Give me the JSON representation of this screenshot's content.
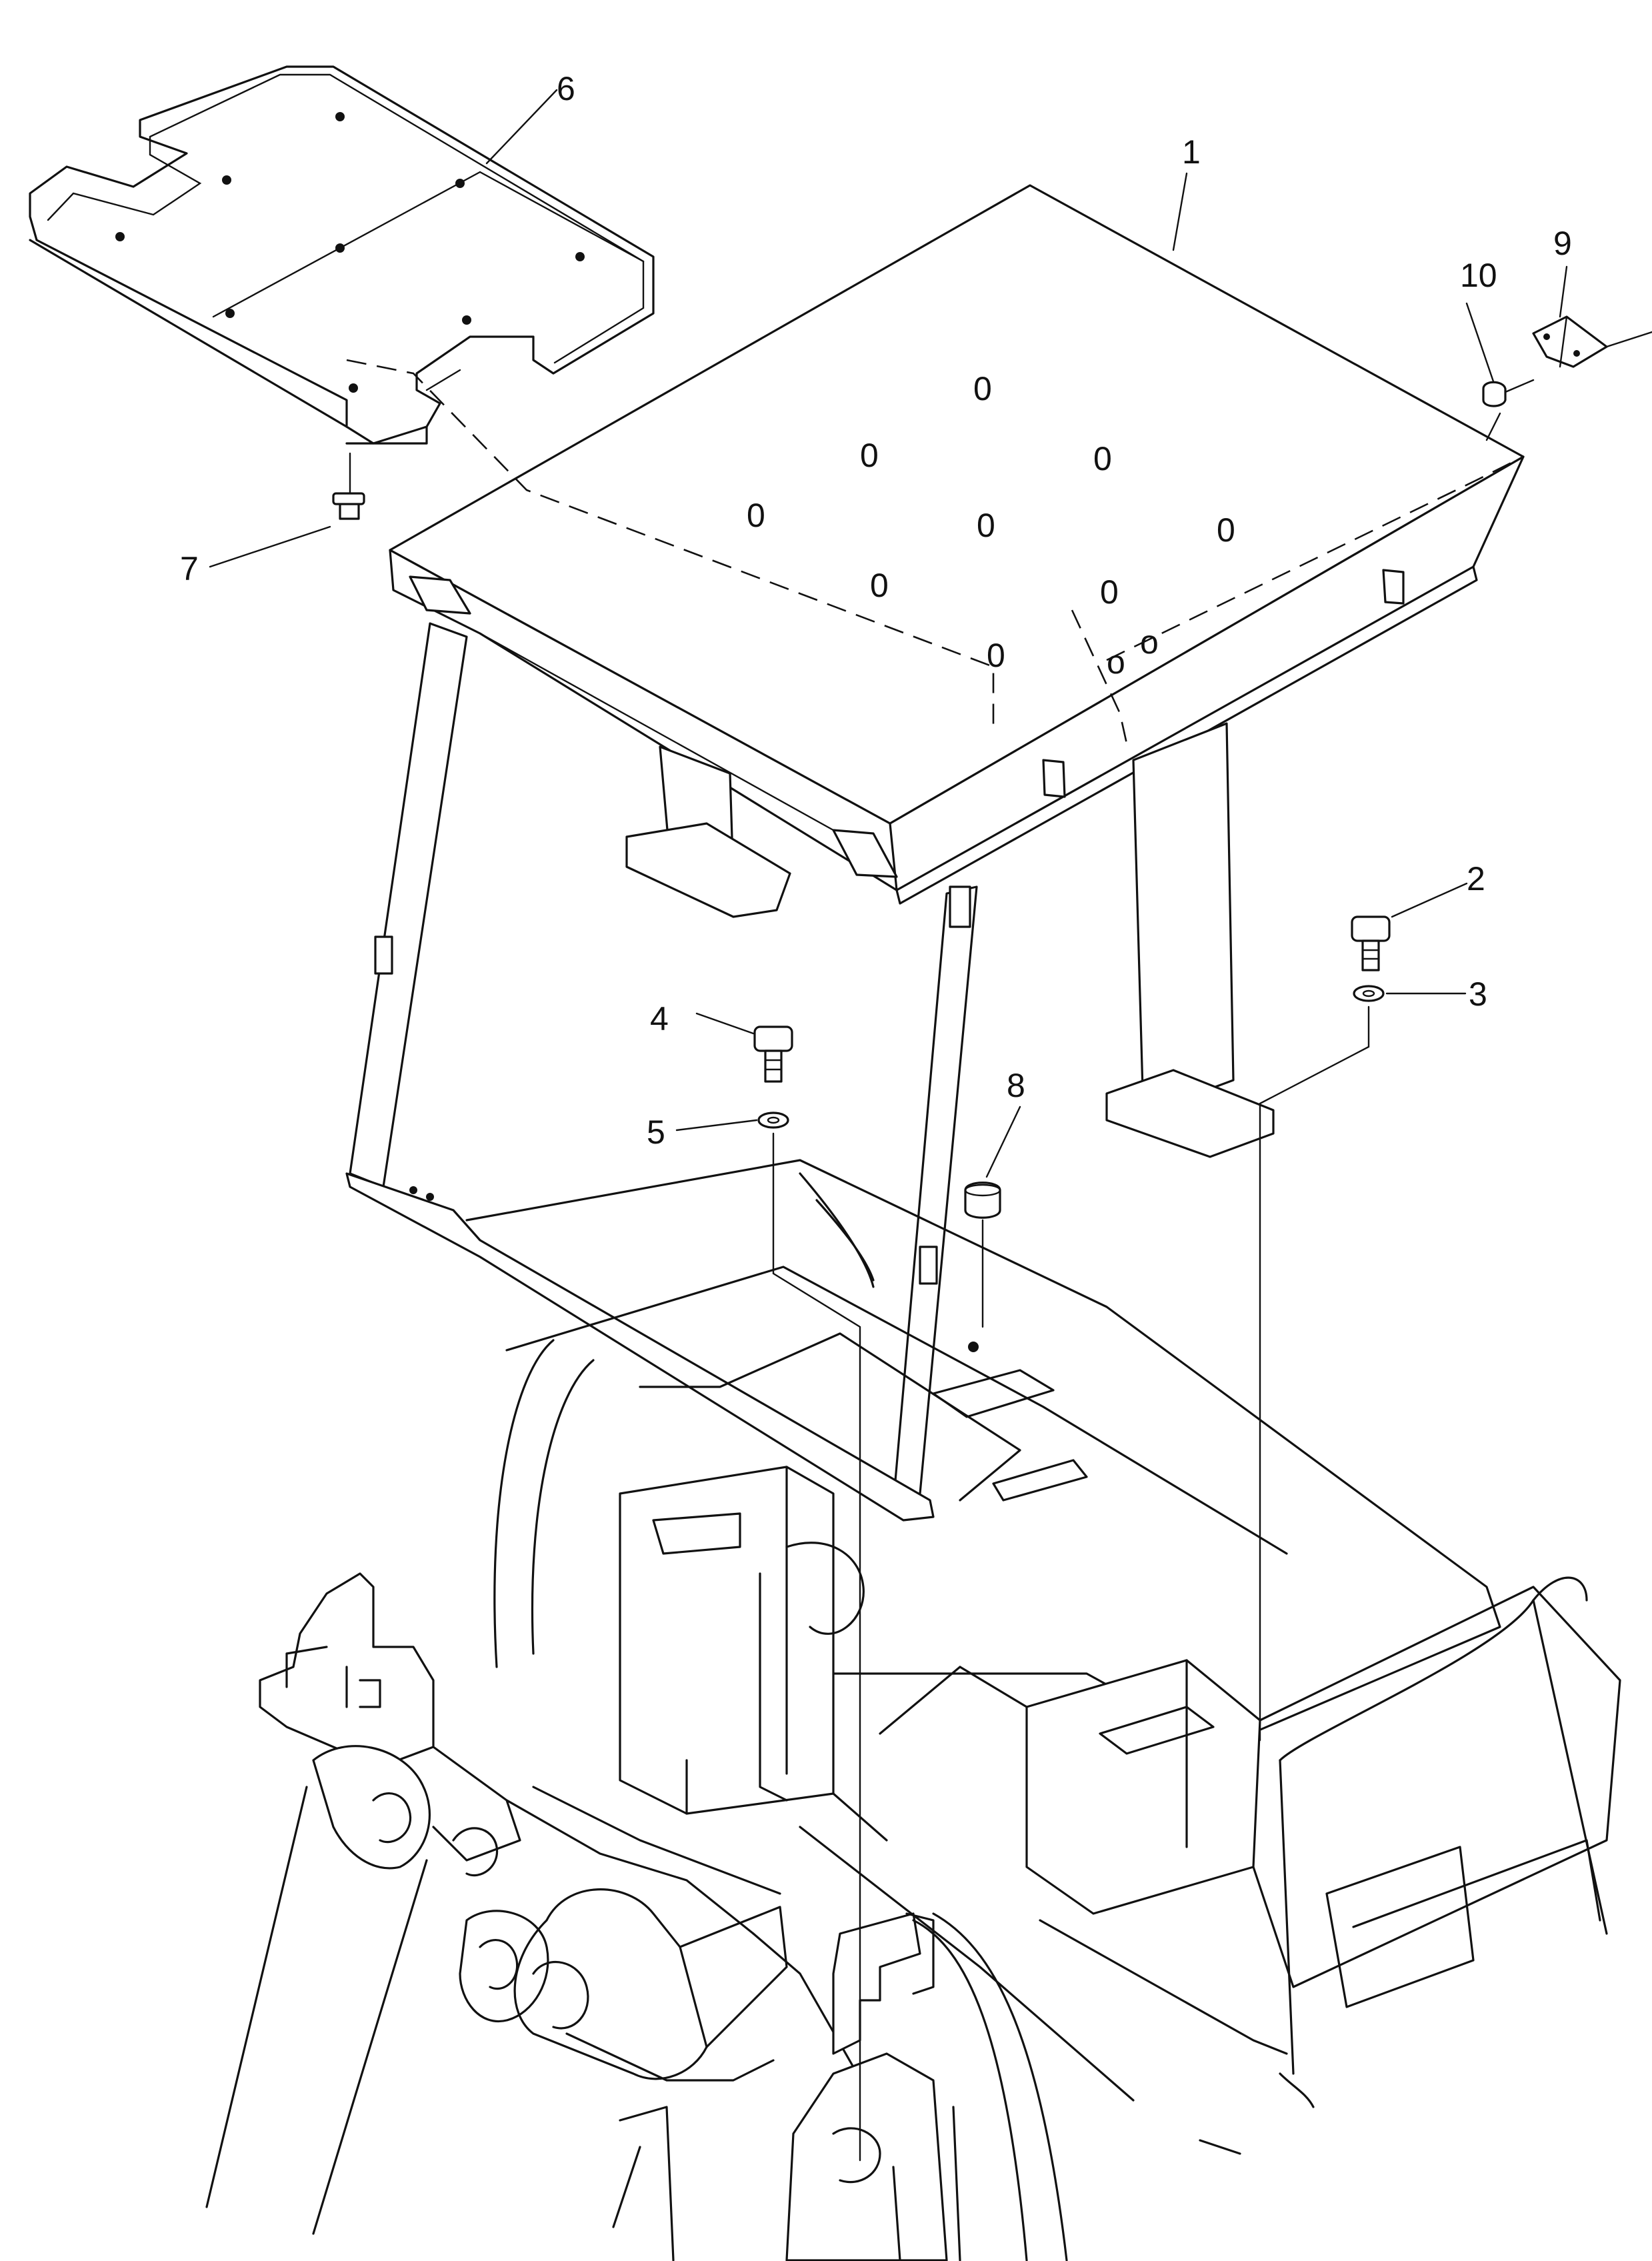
{
  "callouts": [
    {
      "id": "1",
      "label": "1"
    },
    {
      "id": "2",
      "label": "2"
    },
    {
      "id": "3",
      "label": "3"
    },
    {
      "id": "4",
      "label": "4"
    },
    {
      "id": "5",
      "label": "5"
    },
    {
      "id": "6",
      "label": "6"
    },
    {
      "id": "7",
      "label": "7"
    },
    {
      "id": "8",
      "label": "8"
    },
    {
      "id": "9",
      "label": "9"
    },
    {
      "id": "10",
      "label": "10"
    }
  ],
  "colors": {
    "line": "#111111",
    "background": "#ffffff"
  }
}
